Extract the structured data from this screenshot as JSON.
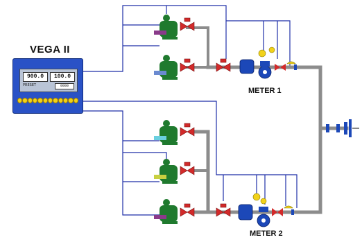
{
  "controller": {
    "title": "VEGA II",
    "display_left": "900.0",
    "display_right": "100.0",
    "display_label": "PRESET",
    "display_small": "0000",
    "led_count": 12,
    "led_color": "#f2d21a",
    "body_color": "#2a52c6"
  },
  "meters": [
    {
      "label": "METER 1"
    },
    {
      "label": "METER 2"
    }
  ],
  "colors": {
    "signal_wire": "#1f2fa8",
    "pipe": "#9a9a9a",
    "pump": "#1f7a2e",
    "valve": "#d22a2a",
    "meter_body": "#1c48b8",
    "gauge": "#f2d21a"
  },
  "pumps": {
    "top_group": 2,
    "bottom_group": 3
  }
}
